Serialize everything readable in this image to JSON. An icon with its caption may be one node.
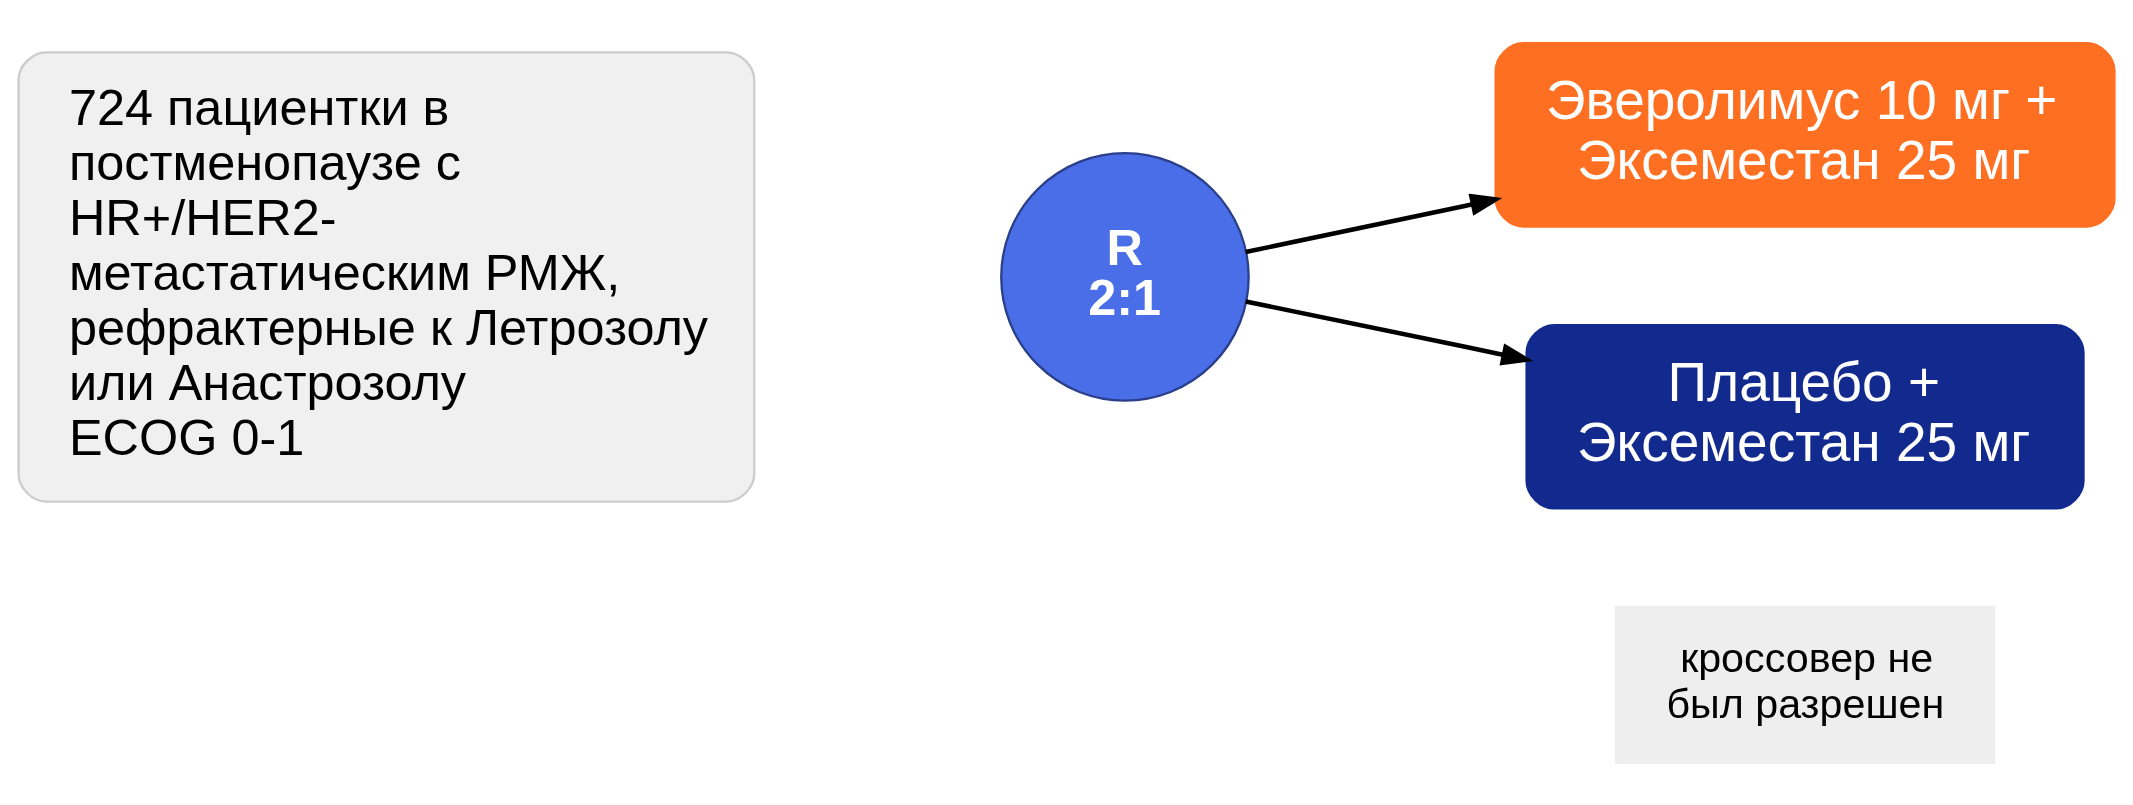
{
  "diagram": {
    "nodes": [
      {
        "text": [
          "724 пациентки в постменопаузе с HR+/HER2- метастатическим РМЖ, рефрактерные к Летрозолу или Анастрозолу",
          "ECOG 0-1"
        ]
      },
      {
        "text": [
          "R 2:1"
        ]
      },
      {
        "text": [
          "Эверолимус 10 мг + Эксеместан 25 мг"
        ]
      },
      {
        "text": [
          "Плацебо + Эксеместан 25 мг"
        ]
      },
      {
        "text": [
          "кроссовер не был разрешен"
        ]
      }
    ],
    "edges": [
      {
        "from": 1,
        "to": 2,
        "arrow": "to"
      },
      {
        "from": 1,
        "to": 3,
        "arrow": "to"
      }
    ]
  }
}
